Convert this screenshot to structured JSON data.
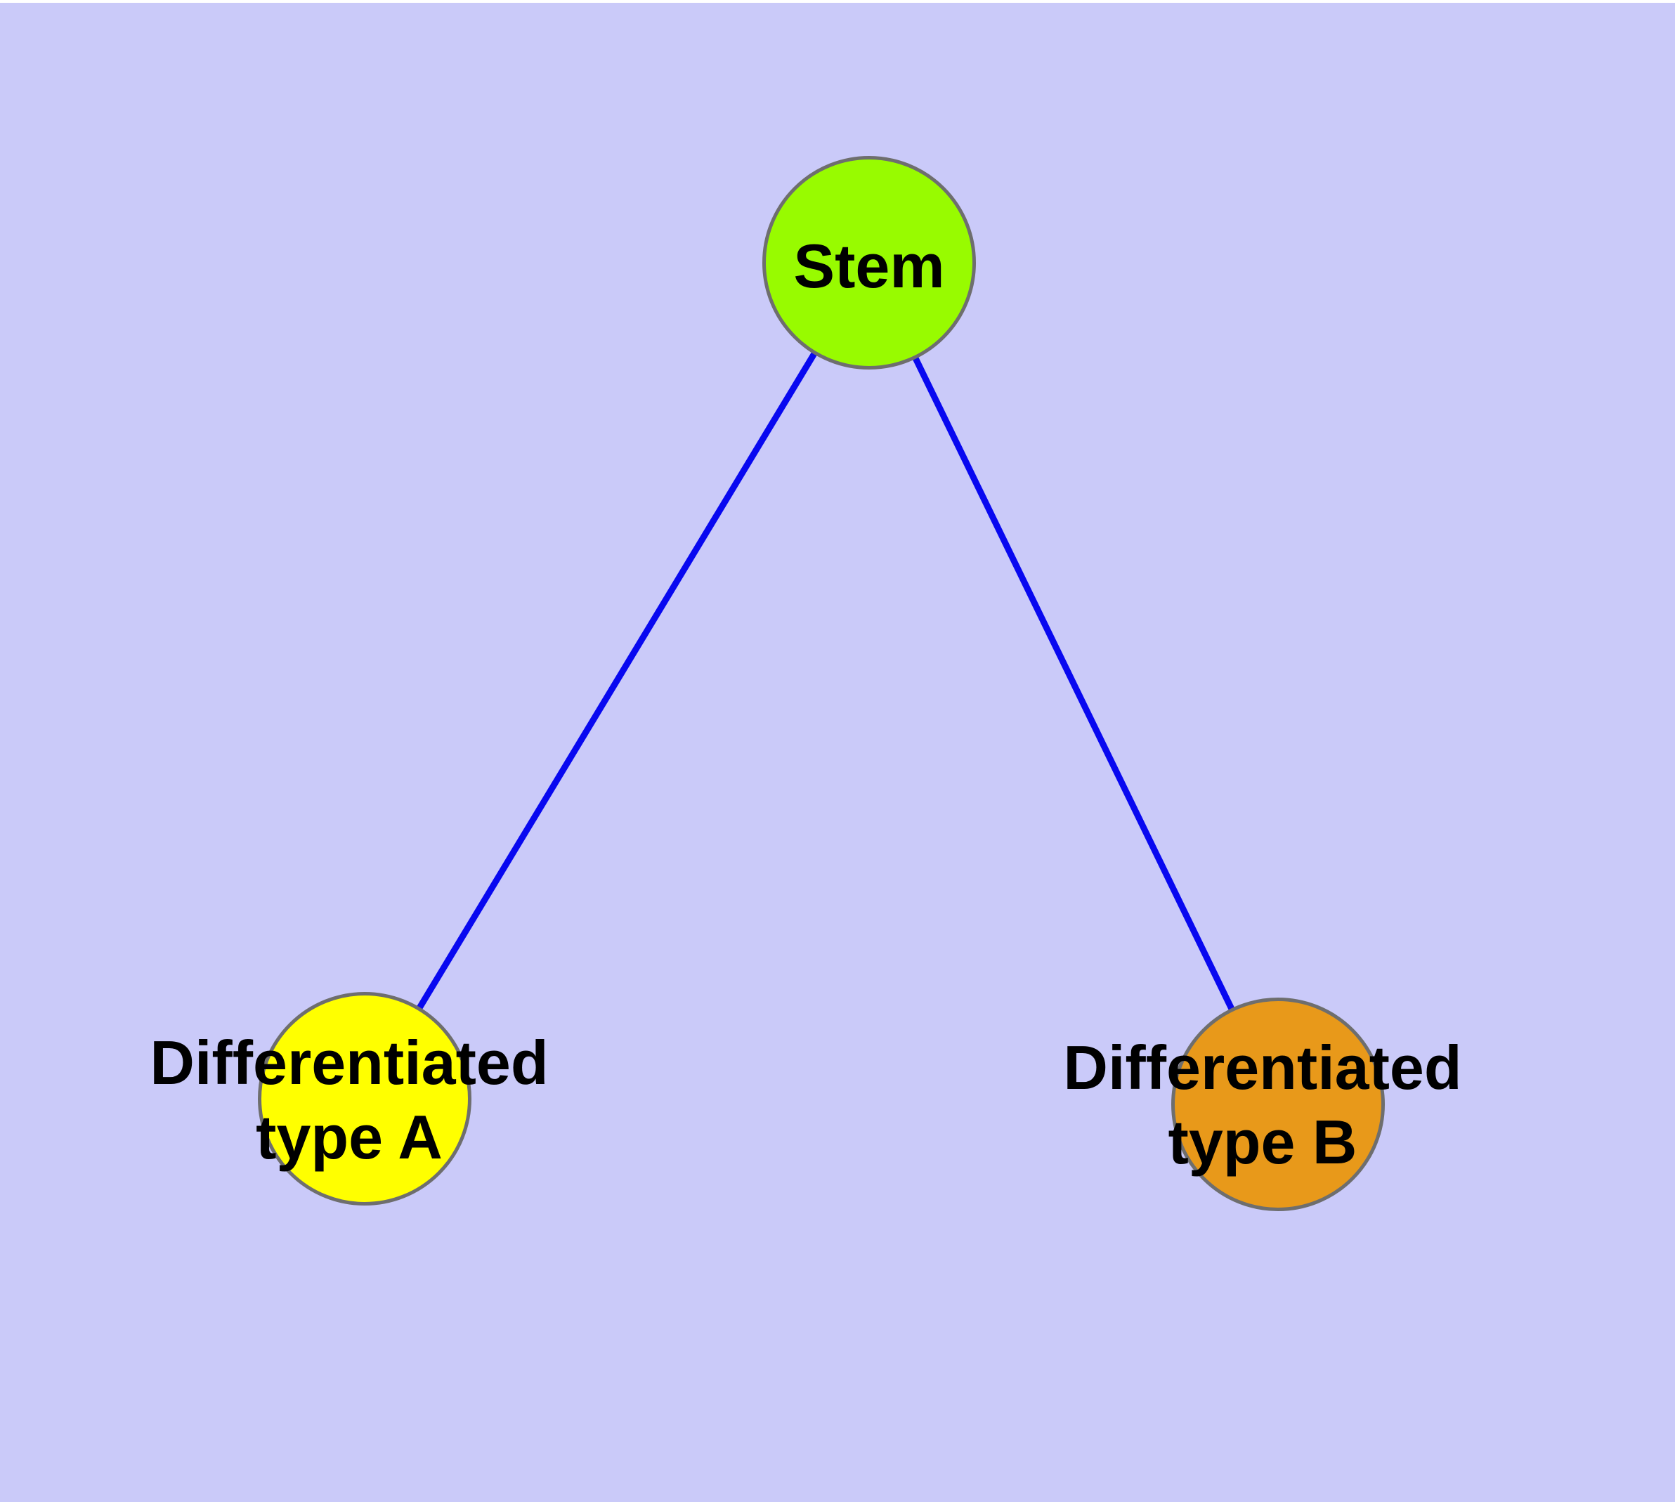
{
  "page": {
    "background_color": "#cacaf9",
    "top_margin_color": "#ffffff"
  },
  "diagram": {
    "type": "node-link-graph",
    "description": "Cell differentiation hierarchy: a Stem node linked to two differentiated cell type nodes",
    "edge_color": "#0808f0",
    "edge_width": "9",
    "node_border_color": "#6e6e6e",
    "label_color": "#000000",
    "nodes": [
      {
        "id": "stem",
        "label": "Stem",
        "line1": "Stem",
        "line2": "",
        "fill": "#98fb00"
      },
      {
        "id": "differentiated-type-a",
        "label": "Differentiated type A",
        "line1": "Differentiated",
        "line2": "type A",
        "fill": "#ffff00"
      },
      {
        "id": "differentiated-type-b",
        "label": "Differentiated type B",
        "line1": "Differentiated",
        "line2": "type B",
        "fill": "#e8991a"
      }
    ],
    "edges": [
      {
        "from": "stem",
        "to": "differentiated-type-a"
      },
      {
        "from": "stem",
        "to": "differentiated-type-b"
      }
    ]
  }
}
